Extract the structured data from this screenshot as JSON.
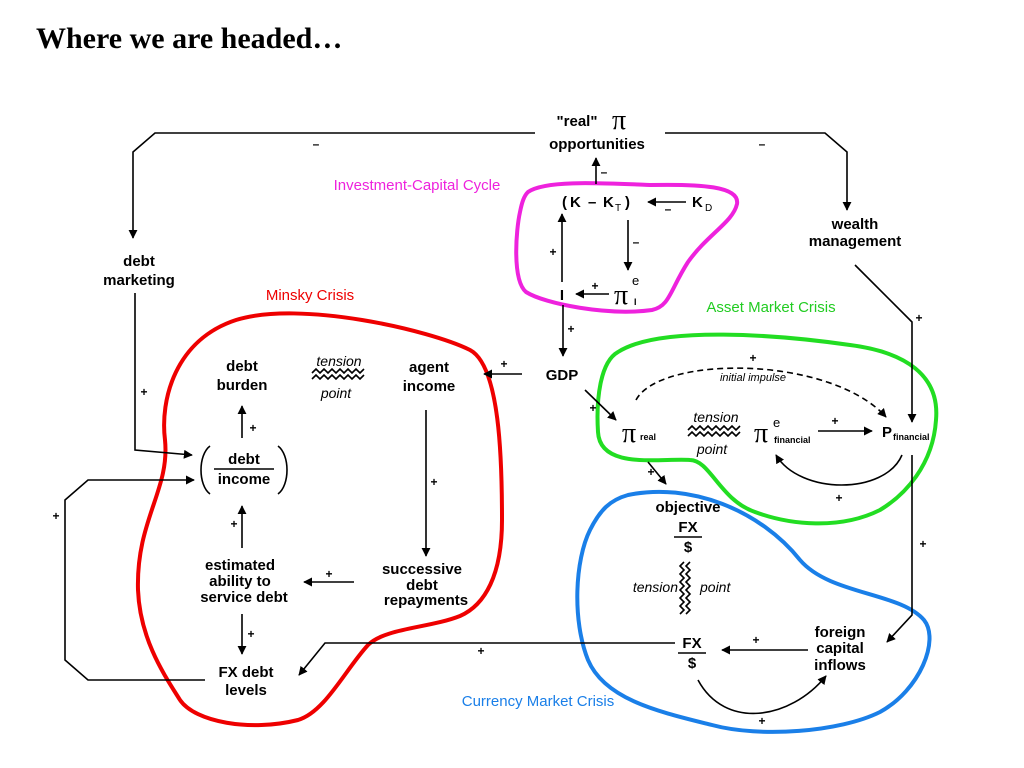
{
  "title": "Where we are headed…",
  "signs": {
    "plus": "+",
    "minus": "–"
  },
  "regions": {
    "investment": {
      "label": "Investment-Capital Cycle",
      "color": "#ee22dd"
    },
    "minsky": {
      "label": "Minsky Crisis",
      "color": "#ee0000"
    },
    "asset": {
      "label": "Asset Market Crisis",
      "color": "#22dd22"
    },
    "currency": {
      "label": "Currency Market Crisis",
      "color": "#1a7fe8"
    }
  },
  "nodes": {
    "real_opportunities": {
      "line1": "\"real\"",
      "line2": "opportunities",
      "symbol": "π"
    },
    "capital_gap": {
      "open": "(",
      "k": "K",
      "dash": "–",
      "kt": "K",
      "t": "T",
      "close": ")"
    },
    "kd": {
      "k": "K",
      "d": "D"
    },
    "investment": {
      "symbol": "I"
    },
    "pi_expected_investment": {
      "symbol": "π",
      "sup": "e",
      "sub": "I"
    },
    "gdp": {
      "label": "GDP"
    },
    "debt_marketing": {
      "line1": "debt",
      "line2": "marketing"
    },
    "wealth_management": {
      "line1": "wealth",
      "line2": "management"
    },
    "debt_burden": {
      "line1": "debt",
      "line2": "burden"
    },
    "agent_income": {
      "line1": "agent",
      "line2": "income"
    },
    "debt_income_ratio": {
      "numerator": "debt",
      "denominator": "income"
    },
    "estimated_ability": {
      "line1": "estimated",
      "line2": "ability to",
      "line3": "service debt"
    },
    "successive_repayments": {
      "line1": "successive",
      "line2": "debt",
      "line3": "repayments"
    },
    "fx_debt_levels": {
      "line1": "FX debt",
      "line2": "levels"
    },
    "pi_real": {
      "symbol": "π",
      "sub": "real"
    },
    "pi_expected_financial": {
      "symbol": "π",
      "sup": "e",
      "sub": "financial"
    },
    "p_financial": {
      "symbol": "P",
      "sub": "financial"
    },
    "objective_fx": {
      "label": "objective",
      "numerator": "FX",
      "denominator": "$"
    },
    "fx_rate": {
      "numerator": "FX",
      "denominator": "$"
    },
    "foreign_capital_inflows": {
      "line1": "foreign",
      "line2": "capital",
      "line3": "inflows"
    }
  },
  "tension_points": {
    "minsky": {
      "word1": "tension",
      "word2": "point"
    },
    "asset": {
      "word1": "tension",
      "word2": "point"
    },
    "currency": {
      "word1": "tension",
      "word2": "point"
    }
  },
  "annotations": {
    "initial_impulse": "initial impulse"
  }
}
